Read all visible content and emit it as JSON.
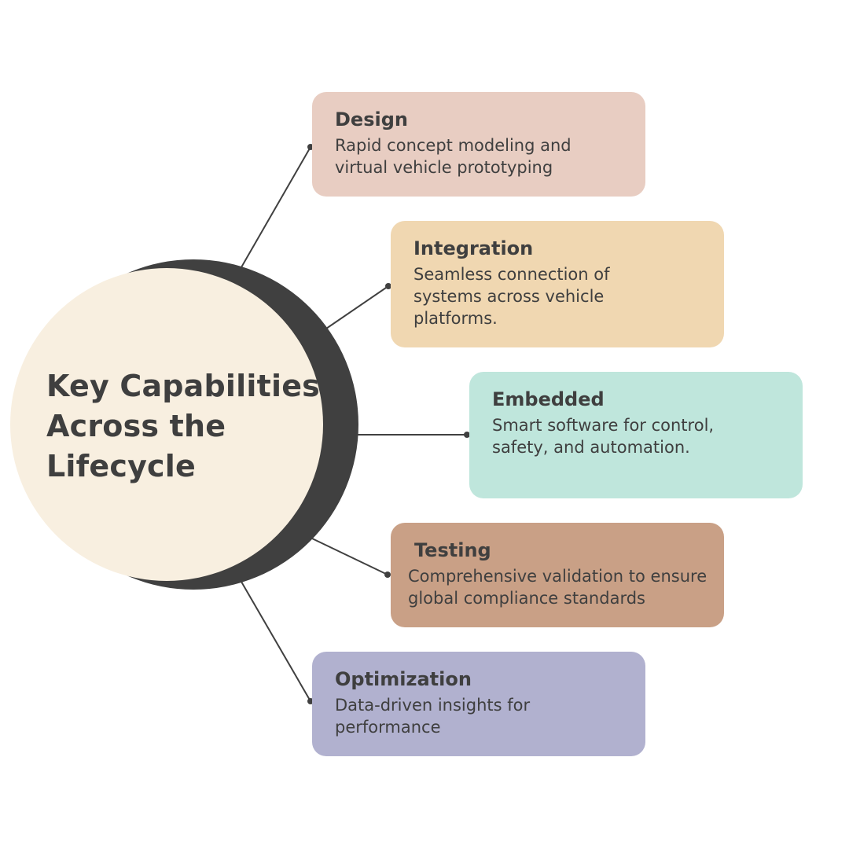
{
  "hub": {
    "title_lines": [
      "Key Capabilities",
      "Across the",
      "Lifecycle"
    ]
  },
  "colors": {
    "hub_fill": "#f8efe0",
    "hub_shadow": "#404040",
    "connector": "#404040",
    "design": "#e8cdc2",
    "integration": "#f0d7b1",
    "embedded": "#bfe6dc",
    "testing": "#c9a086",
    "optimization": "#b1b1cf"
  },
  "capabilities": [
    {
      "title": "Design",
      "description_lines": [
        "Rapid concept modeling and",
        "virtual vehicle prototyping"
      ]
    },
    {
      "title": "Integration",
      "description_lines": [
        "Seamless connection of",
        "systems across vehicle",
        "platforms."
      ]
    },
    {
      "title": "Embedded",
      "description_lines": [
        "Smart software for control,",
        "safety, and automation."
      ]
    },
    {
      "title": "Testing",
      "description_lines": [
        "Comprehensive validation to ensure",
        "global compliance standards"
      ]
    },
    {
      "title": "Optimization",
      "description_lines": [
        "Data-driven insights for",
        "performance"
      ]
    }
  ]
}
